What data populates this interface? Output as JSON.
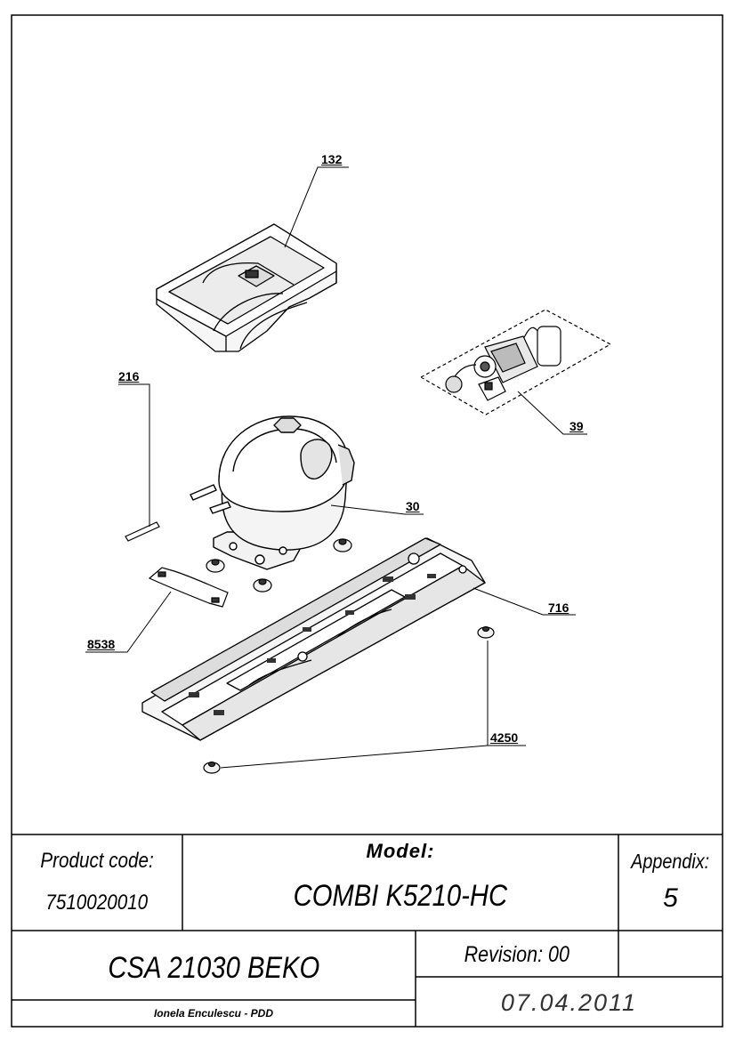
{
  "callouts": [
    {
      "id": "132",
      "label": "132"
    },
    {
      "id": "216",
      "label": "216"
    },
    {
      "id": "39",
      "label": "39"
    },
    {
      "id": "30",
      "label": "30"
    },
    {
      "id": "716",
      "label": "716"
    },
    {
      "id": "8538",
      "label": "8538"
    },
    {
      "id": "4250",
      "label": "4250"
    }
  ],
  "title_block": {
    "product_code_label": "Product code:",
    "product_code": "7510020010",
    "model_label": "Model:",
    "model": "COMBI K5210-HC",
    "appendix_label": "Appendix:",
    "appendix": "5",
    "document": "CSA 21030 BEKO",
    "revision": "Revision: 00",
    "author": "Ionela Enculescu - PDD",
    "date": "07.04.2011"
  }
}
